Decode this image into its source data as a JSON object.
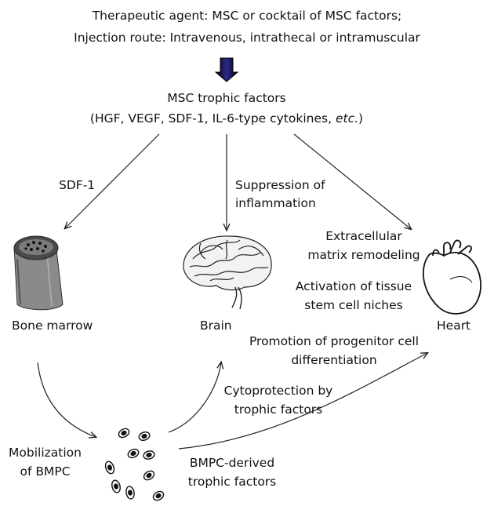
{
  "header": {
    "line1": "Therapeutic agent: MSC or cocktail of MSC factors;",
    "line2": "Injection route: Intravenous, intrathecal or intramuscular"
  },
  "trophic": {
    "title": "MSC trophic factors",
    "list_prefix": "(HGF, VEGF, SDF-1, IL-6-type cytokines, ",
    "list_italic": "etc.",
    "list_suffix": ")"
  },
  "edges": {
    "sdf1": "SDF-1",
    "suppression_1": "Suppression of",
    "suppression_2": "inflammation",
    "ecm_1": "Extracellular",
    "ecm_2": "matrix remodeling",
    "activation_1": "Activation of tissue",
    "activation_2": "stem cell niches",
    "promotion_1": "Promotion of progenitor cell",
    "promotion_2": "differentiation",
    "cytoprotection_1": "Cytoprotection by",
    "cytoprotection_2": "trophic factors",
    "bmpc_derived_1": "BMPC-derived",
    "bmpc_derived_2": "trophic factors"
  },
  "nodes": {
    "bone_marrow": "Bone marrow",
    "brain": "Brain",
    "heart": "Heart",
    "mobilization_1": "Mobilization",
    "mobilization_2": "of BMPC"
  },
  "icons": {
    "bone": "bone-marrow-icon",
    "brain": "brain-icon",
    "heart": "heart-icon",
    "cells": "bmpc-cells-icon",
    "down_arrow": "down-arrow-icon"
  },
  "colors": {
    "arrow_fill": "#1a1a66",
    "line": "#222222"
  }
}
